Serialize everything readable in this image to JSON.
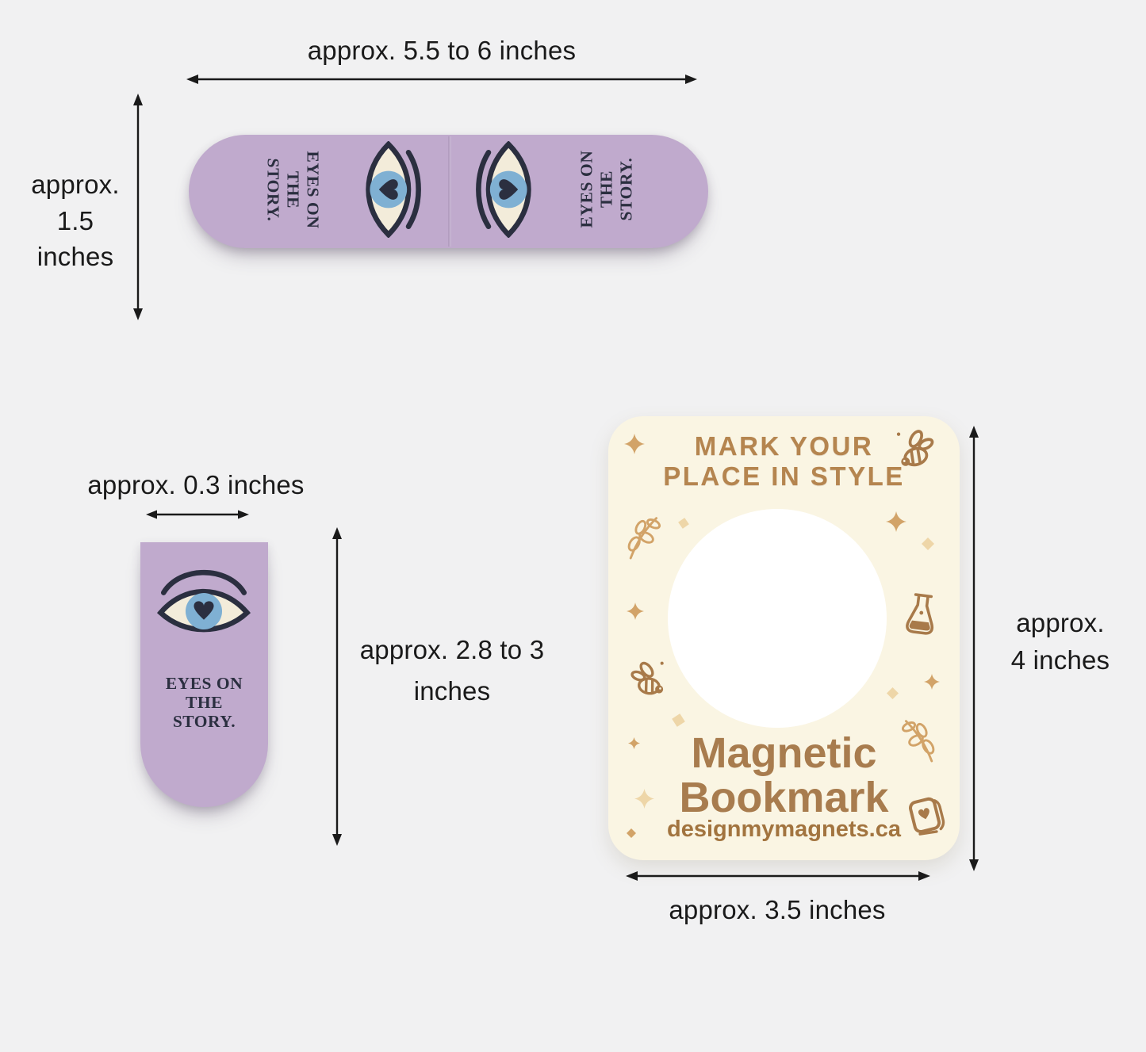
{
  "colors": {
    "bg": "#f1f1f2",
    "ink": "#1a1a1a",
    "purple": "#c0aacd",
    "navy": "#2b2f40",
    "iris_blue": "#7fb0d3",
    "sclera_cream": "#f3ecda",
    "card_cream": "#faf5e3",
    "circle_white": "#ffffff",
    "title_brown": "#b5854f",
    "product_brown": "#a87c4e",
    "site_brown": "#a2743f",
    "gold": "#d2a368",
    "gold_light": "#eed6a8",
    "icon_brown": "#a87a4a"
  },
  "unfolded_bookmark": {
    "width_label": "approx. 5.5 to 6 inches",
    "height_label": [
      "approx.",
      "1.5",
      "inches"
    ],
    "tagline": [
      "EYES ON",
      "THE",
      "STORY."
    ]
  },
  "folded_bookmark": {
    "width_label": "approx. 0.3 inches",
    "height_label": [
      "approx. 2.8 to 3",
      "inches"
    ],
    "tagline": [
      "EYES ON",
      "THE",
      "STORY."
    ]
  },
  "promo_card": {
    "headline": [
      "MARK YOUR",
      "PLACE IN STYLE"
    ],
    "product_name": [
      "Magnetic",
      "Bookmark"
    ],
    "website": "designmymagnets.ca",
    "width_label": "approx. 3.5 inches",
    "height_label": [
      "approx.",
      "4 inches"
    ],
    "icons": [
      "sparkle",
      "diamond-sparkle",
      "bee",
      "leaf-branch",
      "flask",
      "book-heart"
    ]
  }
}
